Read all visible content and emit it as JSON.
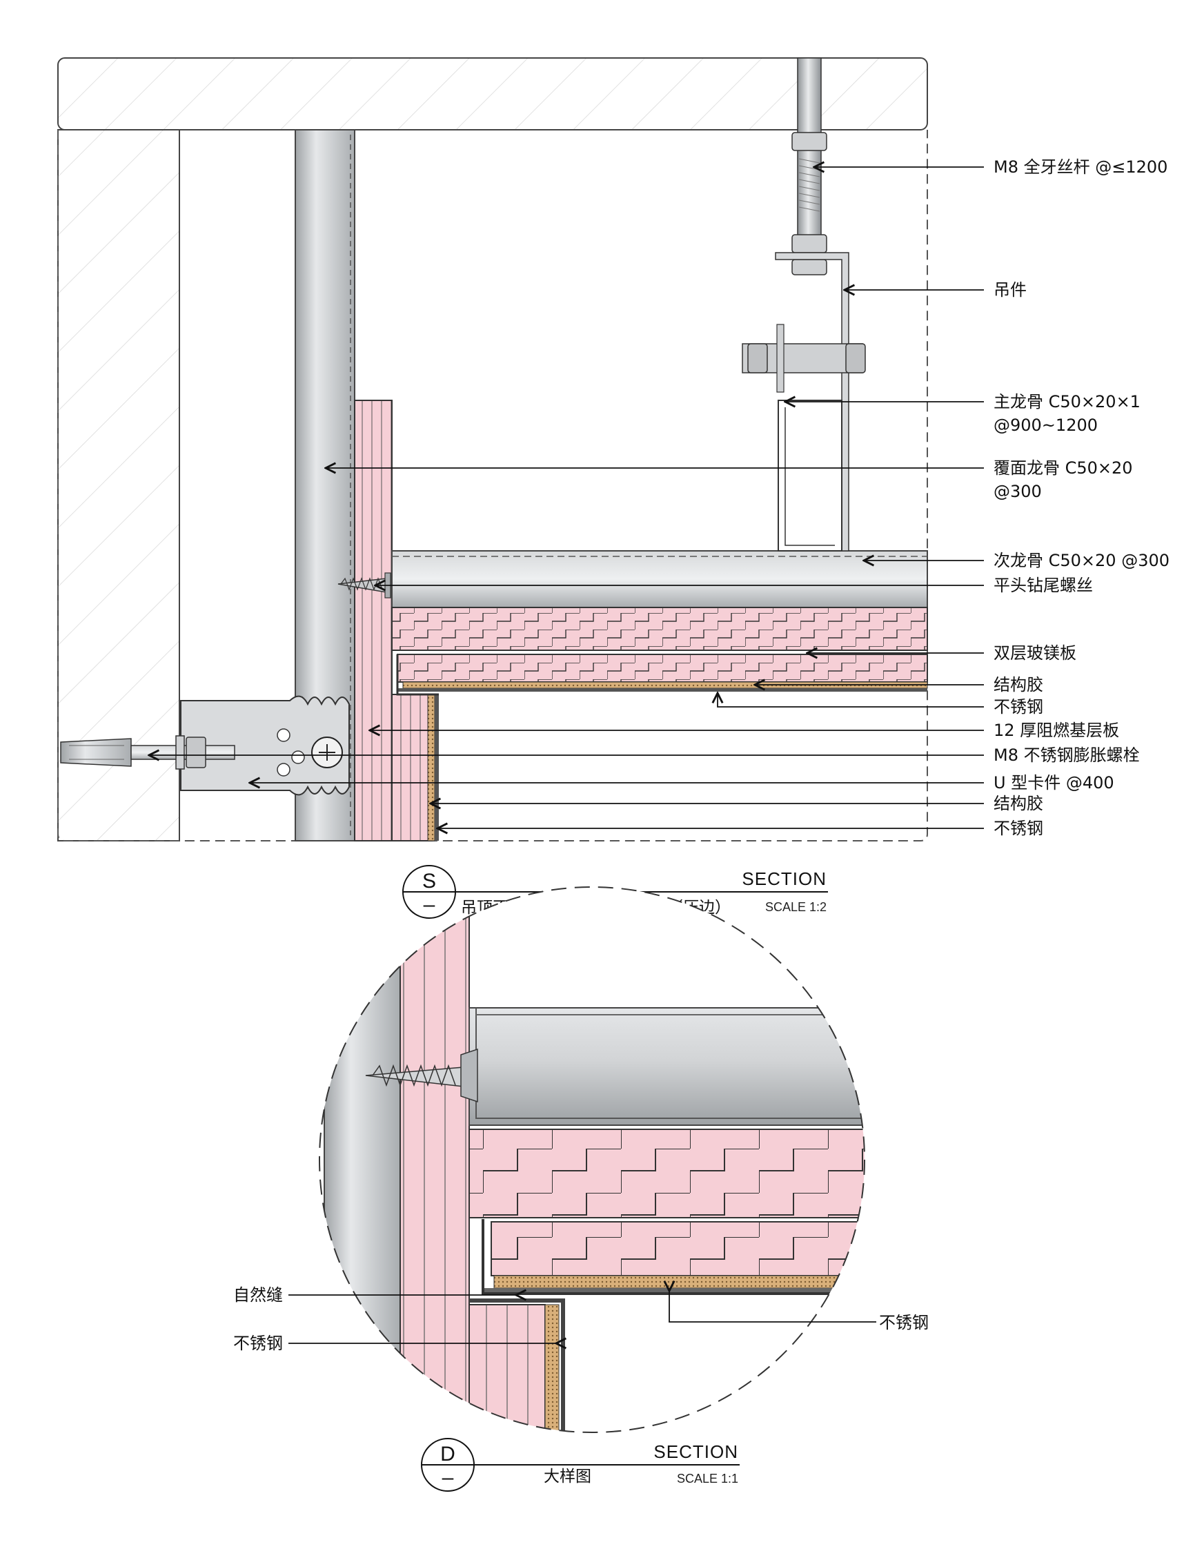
{
  "section_main": {
    "labels": {
      "rod": "M8 全牙丝杆 @≤1200",
      "hanger": "吊件",
      "main_keel_1": "主龙骨 C50×20×1",
      "main_keel_2": "@900~1200",
      "cover_keel_1": "覆面龙骨 C50×20",
      "cover_keel_2": "@300",
      "sub_keel": "次龙骨 C50×20 @300",
      "screw": "平头钻尾螺丝",
      "mgo_board": "双层玻镁板",
      "glue_1": "结构胶",
      "steel_1": "不锈钢",
      "base_board": "12 厚阻燃基层板",
      "bolt": "M8 不锈钢膨胀螺栓",
      "clip": "U 型卡件 @400",
      "glue_2": "结构胶",
      "steel_2": "不锈钢"
    },
    "title_block": {
      "tag": "S",
      "sub": "–",
      "title": "吊顶不锈钢与墙面不锈钢工艺（压边）",
      "section": "SECTION",
      "scale": "SCALE 1:2"
    }
  },
  "section_detail": {
    "labels": {
      "gap": "自然缝",
      "steel_left": "不锈钢",
      "steel_right": "不锈钢"
    },
    "title_block": {
      "tag": "D",
      "sub": "–",
      "title": "大样图",
      "section": "SECTION",
      "scale": "SCALE 1:1"
    }
  },
  "colors": {
    "board_pink": "#f6cfd6",
    "line": "#1a1a1a",
    "steel_gray": "#c9cbcd",
    "glue_tan": "#d9b07a"
  }
}
